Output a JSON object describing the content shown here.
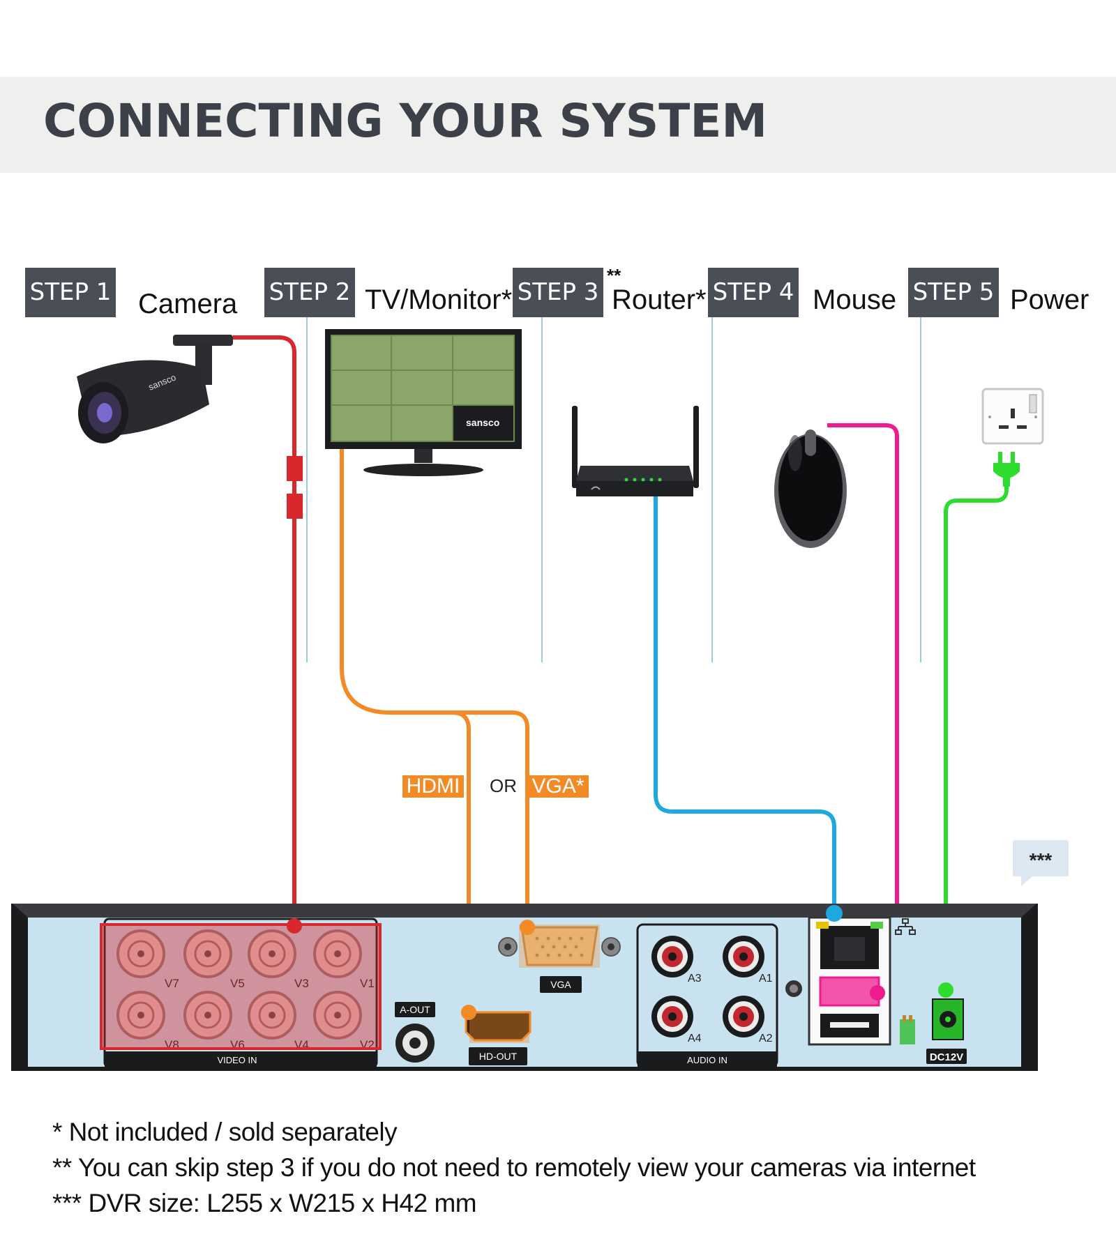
{
  "title": "CONNECTING YOUR SYSTEM",
  "steps": [
    {
      "badge": "STEP 1",
      "label": "Camera"
    },
    {
      "badge": "STEP 2",
      "label": "TV/Monitor*"
    },
    {
      "badge": "STEP 3",
      "label": "Router*",
      "prefix": "**"
    },
    {
      "badge": "STEP 4",
      "label": "Mouse"
    },
    {
      "badge": "STEP 5",
      "label": "Power"
    }
  ],
  "camera_brand": "sansco",
  "monitor_brand": "sansco",
  "video_options": {
    "hdmi": "HDMI",
    "or": "OR",
    "vga": "VGA*"
  },
  "size_marker": "***",
  "dvr_ports": {
    "video_in": "VIDEO IN",
    "channels_top": [
      "V7",
      "V5",
      "V3",
      "V1"
    ],
    "channels_bottom": [
      "V8",
      "V6",
      "V4",
      "V2"
    ],
    "a_out": "A-OUT",
    "hd_out": "HD-OUT",
    "vga": "VGA",
    "audio_in": "AUDIO IN",
    "audio_channels": [
      "A3",
      "A1",
      "A4",
      "A2"
    ],
    "power": "DC12V"
  },
  "colors": {
    "camera_cable": "#d9272e",
    "monitor_cable": "#f28a26",
    "router_cable": "#1ea8e0",
    "mouse_cable": "#ee1c8e",
    "power_cable": "#2ddc2d",
    "step_badge": "#4a4f57",
    "dvr_panel": "#c9e2f0"
  },
  "notes": [
    "* Not included / sold separately",
    "** You can skip step 3 if you do not need to remotely view your cameras via internet",
    "*** DVR size: L255 x W215 x H42 mm"
  ]
}
